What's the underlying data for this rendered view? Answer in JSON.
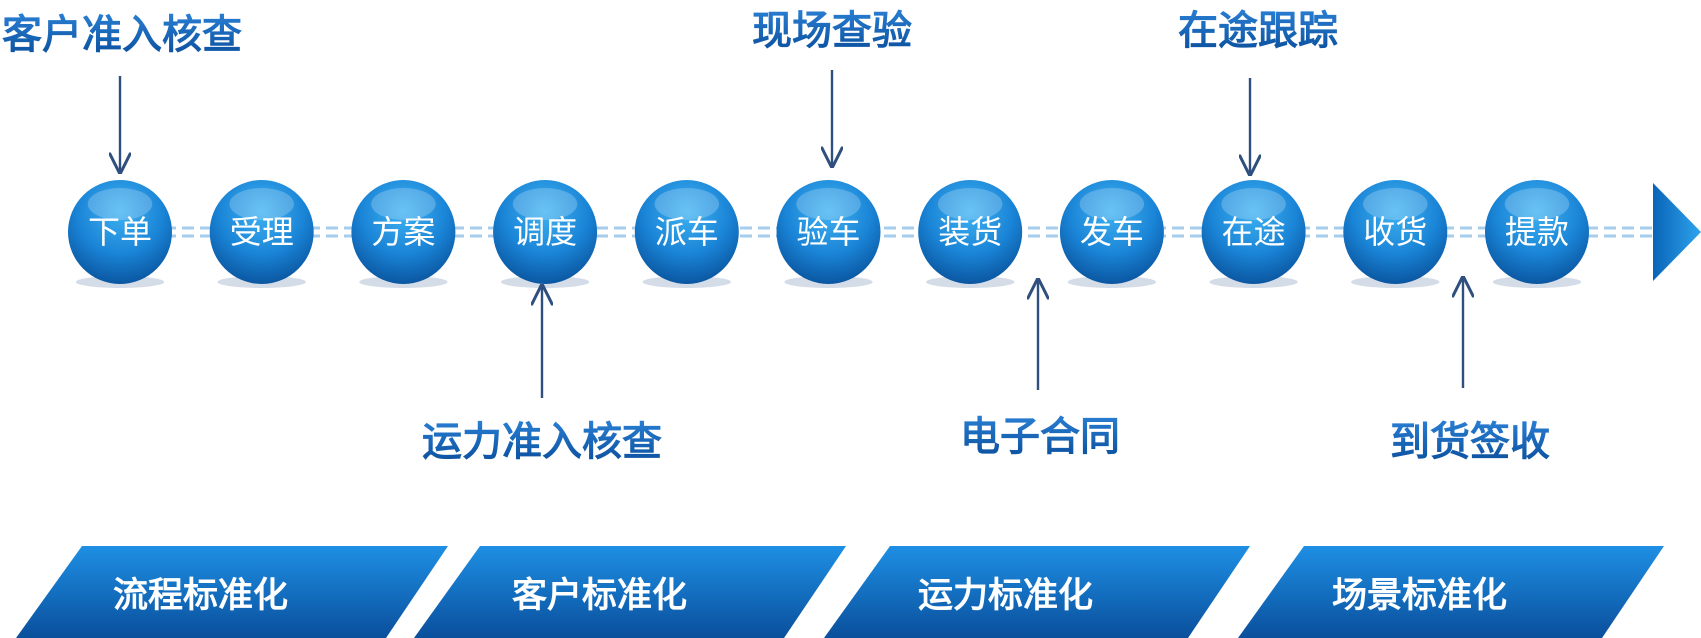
{
  "colors": {
    "label_top": "#2a7fd4",
    "label_bottom": "#0a4e9b",
    "node_light": "#2fa3ec",
    "node_dark": "#0a5aa6",
    "arrow": "#2f4f7f",
    "timeline": "#9fc8ea",
    "band_light": "#1c8ae0",
    "band_dark": "#0a4f9c"
  },
  "steps": [
    "下单",
    "受理",
    "方案",
    "调度",
    "派车",
    "验车",
    "装货",
    "发车",
    "在途",
    "收货",
    "提款"
  ],
  "top_annotations": [
    {
      "text": "客户准入核查",
      "step": 0
    },
    {
      "text": "现场查验",
      "step": 5
    },
    {
      "text": "在途跟踪",
      "step": 8
    }
  ],
  "bottom_annotations": [
    {
      "text": "运力准入核查",
      "step": 3
    },
    {
      "text": "电子合同",
      "between": [
        6,
        7
      ]
    },
    {
      "text": "到货签收",
      "between": [
        9,
        10
      ]
    }
  ],
  "bands": [
    "流程标准化",
    "客户标准化",
    "运力标准化",
    "场景标准化"
  ],
  "icons": {
    "end_arrow": "triangle-arrow-icon"
  }
}
